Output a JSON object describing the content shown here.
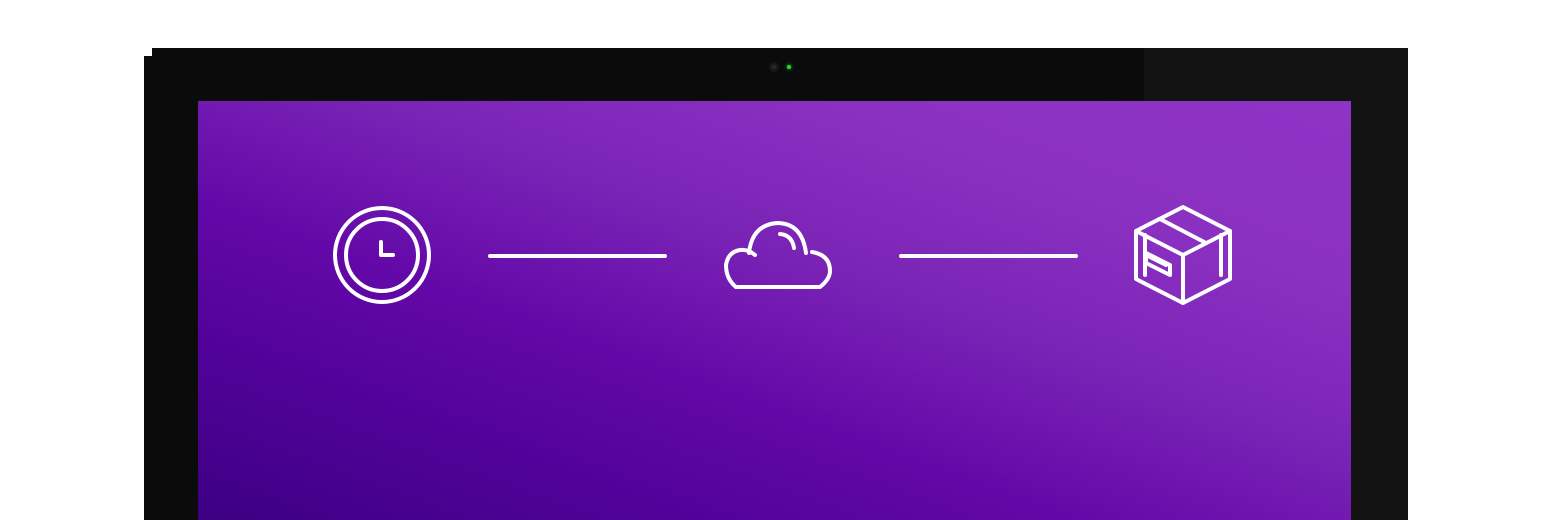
{
  "monitor": {
    "bezel_color": "#0b0b0b",
    "camera": "webcam",
    "indicator_led_color": "#27d83a"
  },
  "screen": {
    "background_gradient": [
      "#8e33c4",
      "#6308a8",
      "#3d0083"
    ],
    "flow": [
      {
        "icon": "clock-icon",
        "kind": "icon"
      },
      {
        "kind": "connector"
      },
      {
        "icon": "cloud-icon",
        "kind": "icon"
      },
      {
        "kind": "connector"
      },
      {
        "icon": "package-box-icon",
        "kind": "icon"
      }
    ],
    "icon_color": "#ffffff"
  }
}
